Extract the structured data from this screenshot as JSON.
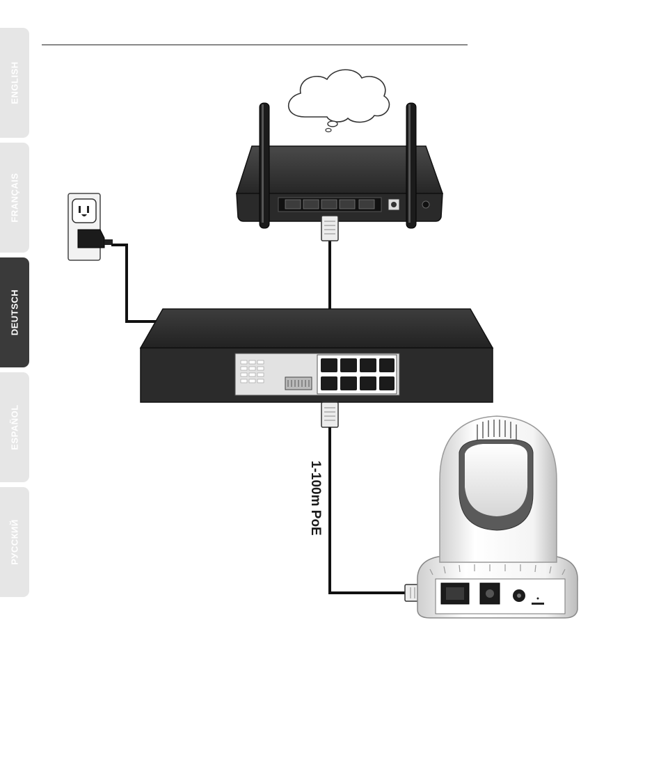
{
  "language_tabs": [
    {
      "label": "ENGLISH",
      "active": false
    },
    {
      "label": "FRANÇAIS",
      "active": false
    },
    {
      "label": "DEUTSCH",
      "active": true
    },
    {
      "label": "ESPAÑOL",
      "active": false
    },
    {
      "label": "РУССКИЙ",
      "active": false
    }
  ],
  "diagram": {
    "cable_label": "1-100m PoE",
    "devices": [
      "internet-cloud-icon",
      "router-icon",
      "power-outlet-icon",
      "poe-switch-icon",
      "ip-camera-icon"
    ]
  }
}
